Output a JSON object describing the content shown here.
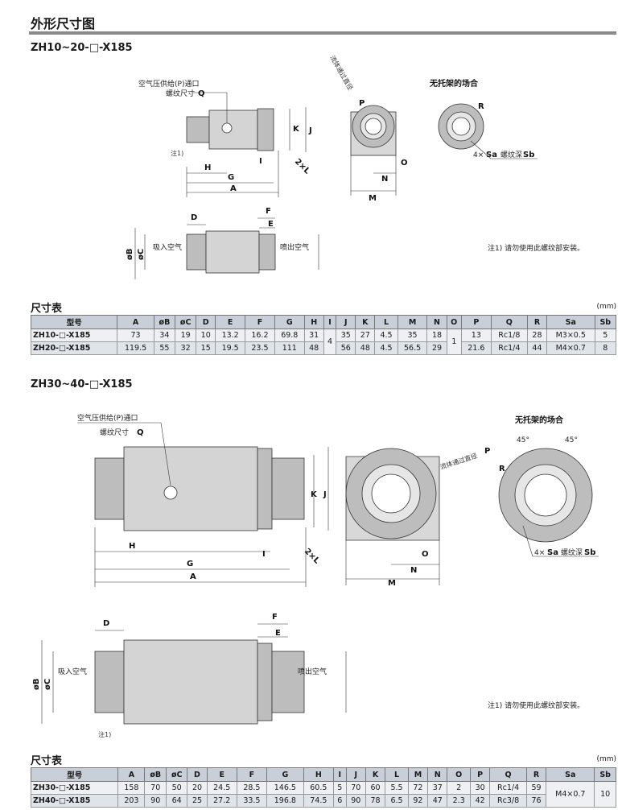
{
  "page": {
    "title": "外形尺寸图"
  },
  "section1": {
    "title": "ZH10~20-□-X185",
    "labels": {
      "port_line1": "空气压供给(P)通口",
      "port_line2": "螺纹尺寸",
      "q": "Q",
      "note1": "注1)",
      "h": "H",
      "g": "G",
      "a": "A",
      "i": "I",
      "l": "2×L",
      "k": "K",
      "j": "J",
      "flow_dia": "流体通过直径",
      "p": "P",
      "no_bracket": "无托架的场合",
      "r": "R",
      "sa_prefix": "4×",
      "sa": "Sa",
      "sa_mid": "螺纹深",
      "sb": "Sb",
      "o": "O",
      "n": "N",
      "m": "M",
      "d": "D",
      "f": "F",
      "e": "E",
      "ob": "øB",
      "oc": "øC",
      "inlet": "吸入空气",
      "outlet": "喷出空气",
      "note_text": "注1) 请勿使用此螺纹部安装。"
    },
    "table": {
      "title": "尺寸表",
      "unit": "(mm)",
      "headers": [
        "型号",
        "A",
        "øB",
        "øC",
        "D",
        "E",
        "F",
        "G",
        "H",
        "I",
        "J",
        "K",
        "L",
        "M",
        "N",
        "O",
        "P",
        "Q",
        "R",
        "Sa",
        "Sb"
      ],
      "rows": [
        [
          "ZH10-□-X185",
          "73",
          "34",
          "19",
          "10",
          "13.2",
          "16.2",
          "69.8",
          "31",
          "4",
          "35",
          "27",
          "4.5",
          "35",
          "18",
          "1",
          "13",
          "Rc1/8",
          "28",
          "M3×0.5",
          "5"
        ],
        [
          "ZH20-□-X185",
          "119.5",
          "55",
          "32",
          "15",
          "19.5",
          "23.5",
          "111",
          "48",
          "",
          "56",
          "48",
          "4.5",
          "56.5",
          "29",
          "",
          "21.6",
          "Rc1/4",
          "44",
          "M4×0.7",
          "8"
        ]
      ]
    }
  },
  "section2": {
    "title": "ZH30~40-□-X185",
    "labels": {
      "port_line1": "空气压供给(P)通口",
      "port_line2": "螺纹尺寸",
      "q": "Q",
      "h": "H",
      "g": "G",
      "a": "A",
      "i": "I",
      "l": "2×L",
      "k": "K",
      "j": "J",
      "flow_dia": "流体通过直径",
      "p": "P",
      "no_bracket": "无托架的场合",
      "angle": "45°",
      "r": "R",
      "sa_prefix": "4×",
      "sa": "Sa",
      "sa_mid": "螺纹深",
      "sb": "Sb",
      "o": "O",
      "n": "N",
      "m": "M",
      "d": "D",
      "f": "F",
      "e": "E",
      "ob": "øB",
      "oc": "øC",
      "inlet": "吸入空气",
      "outlet": "喷出空气",
      "note1": "注1)",
      "note_text": "注1) 请勿使用此螺纹部安装。"
    },
    "table": {
      "title": "尺寸表",
      "unit": "(mm)",
      "headers": [
        "型号",
        "A",
        "øB",
        "øC",
        "D",
        "E",
        "F",
        "G",
        "H",
        "I",
        "J",
        "K",
        "L",
        "M",
        "N",
        "O",
        "P",
        "Q",
        "R",
        "Sa",
        "Sb"
      ],
      "rows": [
        [
          "ZH30-□-X185",
          "158",
          "70",
          "50",
          "20",
          "24.5",
          "28.5",
          "146.5",
          "60.5",
          "5",
          "70",
          "60",
          "5.5",
          "72",
          "37",
          "2",
          "30",
          "Rc1/4",
          "59",
          "M4×0.7",
          "10"
        ],
        [
          "ZH40-□-X185",
          "203",
          "90",
          "64",
          "25",
          "27.2",
          "33.5",
          "196.8",
          "74.5",
          "6",
          "90",
          "78",
          "6.5",
          "92",
          "47",
          "2.3",
          "42",
          "Rc3/8",
          "76",
          "",
          ""
        ]
      ]
    }
  }
}
